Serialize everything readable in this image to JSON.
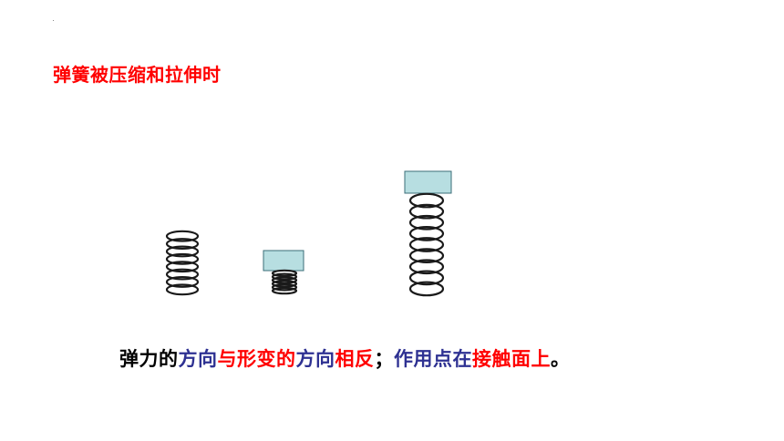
{
  "slide": {
    "title": "弹簧被压缩和拉伸时",
    "caption": [
      {
        "text": "弹力的",
        "color": "black"
      },
      {
        "text": "方向",
        "color": "blue"
      },
      {
        "text": "与",
        "color": "red"
      },
      {
        "text": "形变的",
        "color": "red"
      },
      {
        "text": "方向",
        "color": "blue"
      },
      {
        "text": "相反",
        "color": "red"
      },
      {
        "text": "；",
        "color": "black"
      },
      {
        "text": "作用点",
        "color": "blue"
      },
      {
        "text": "在",
        "color": "blue"
      },
      {
        "text": "接触面上",
        "color": "red"
      },
      {
        "text": "。",
        "color": "black"
      }
    ]
  },
  "colors": {
    "title": "#ff0000",
    "black": "#000000",
    "blue": "#2e3192",
    "red": "#ff0000",
    "block_fill": "#b7dee1",
    "block_stroke": "#3b6e78",
    "spring": "#1a1a1a"
  },
  "springs": [
    {
      "name": "natural-spring",
      "coils": 8,
      "has_block": false
    },
    {
      "name": "compressed-spring",
      "coils": 6,
      "has_block": true
    },
    {
      "name": "stretched-spring",
      "coils": 9,
      "has_block": true
    }
  ]
}
